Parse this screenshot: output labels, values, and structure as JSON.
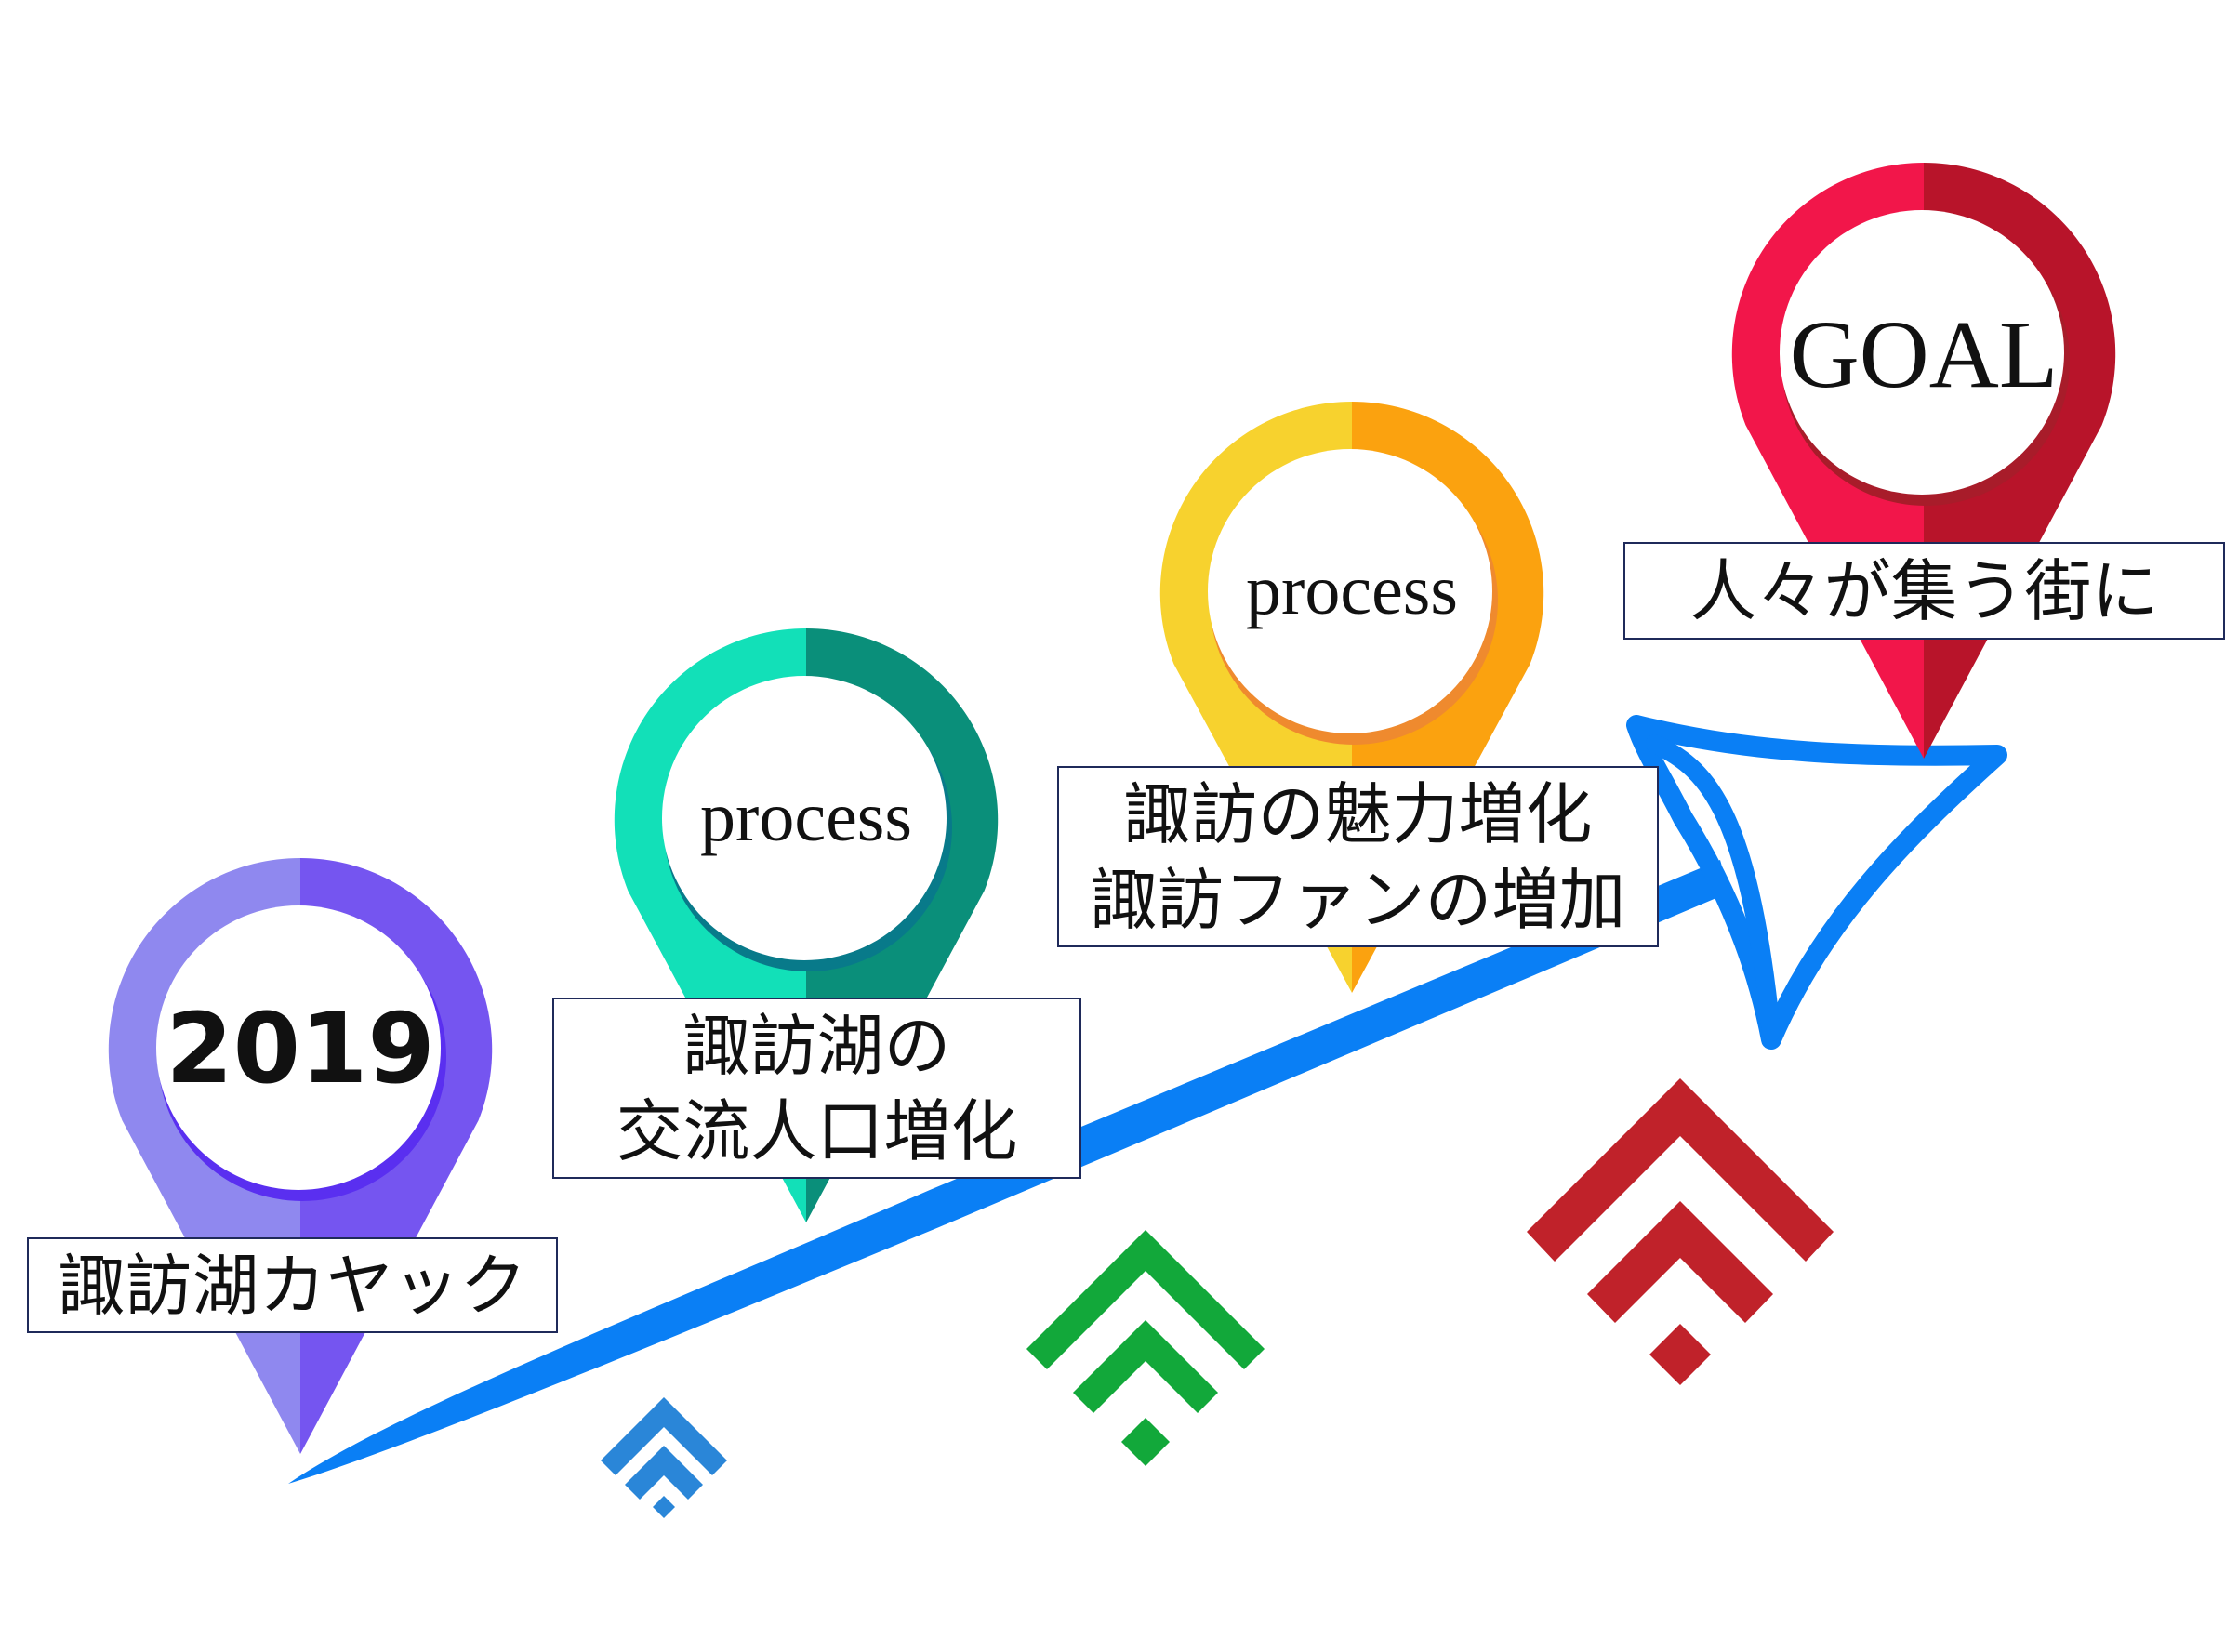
{
  "milestones": [
    {
      "pin_text": "2019",
      "label": "諏訪湖カヤック",
      "colors": {
        "light": "#8f88ef",
        "dark": "#7555f0",
        "shadow": "#5a2ff0"
      }
    },
    {
      "pin_text": "process",
      "label": "諏訪湖の\n交流人口増化",
      "colors": {
        "light": "#12e0b8",
        "dark": "#0a8f7a",
        "shadow": "#087a8a"
      }
    },
    {
      "pin_text": "process",
      "label": "諏訪の魅力増化\n諏訪ファンの増加",
      "colors": {
        "light": "#f7d22e",
        "dark": "#fba20f",
        "shadow": "#ef8a2e"
      }
    },
    {
      "pin_text": "GOAL",
      "label": "人々が集う街に",
      "colors": {
        "light": "#f2164a",
        "dark": "#b8142a",
        "shadow": "#a81c2a"
      }
    }
  ],
  "arrow_color": "#0a7ff5",
  "chevron_colors": [
    "#2a86d8",
    "#12a83a",
    "#c0222a"
  ]
}
